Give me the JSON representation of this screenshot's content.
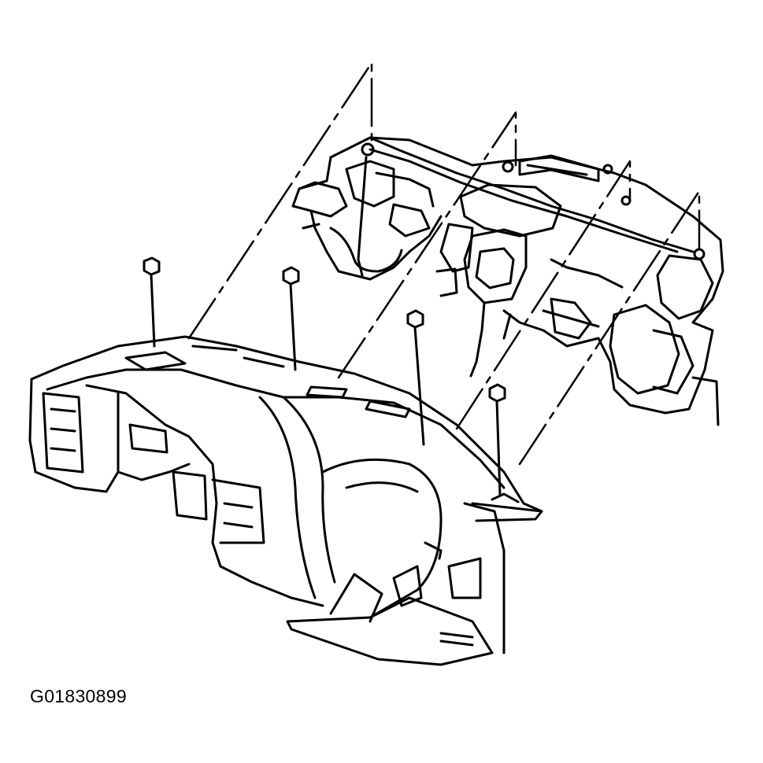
{
  "figure": {
    "code": "G01830899"
  },
  "style": {
    "line_color": "#000000",
    "background": "#ffffff"
  },
  "parts": {
    "instrument_panel": "instrument-panel",
    "cross_car_beam": "cross-car-beam",
    "bolts_count": 4
  }
}
